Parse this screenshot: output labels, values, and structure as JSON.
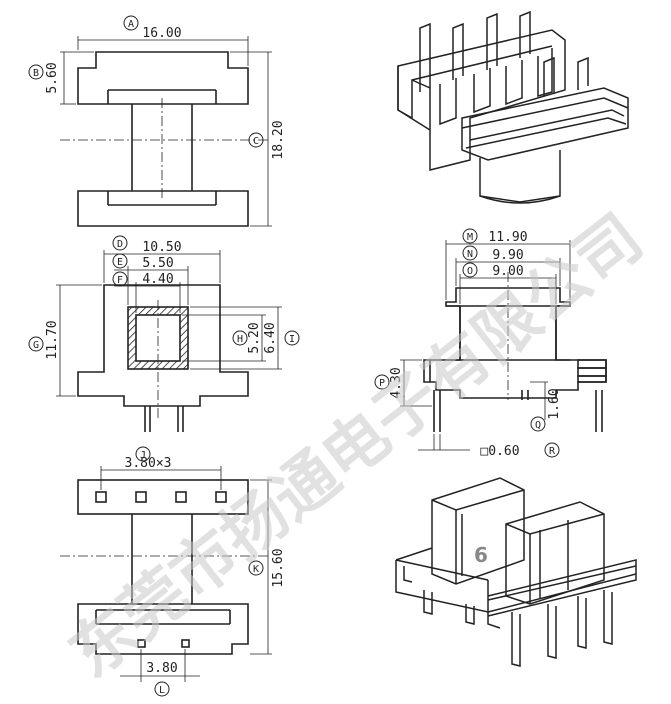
{
  "watermark": "东莞市扬通电子有限公司",
  "figure_number": "6",
  "top_view": {
    "A": {
      "letter": "A",
      "value": "16.00"
    },
    "B": {
      "letter": "B",
      "value": "5.60"
    },
    "C": {
      "letter": "C",
      "value": "18.20"
    }
  },
  "front_view": {
    "D": {
      "letter": "D",
      "value": "10.50"
    },
    "E": {
      "letter": "E",
      "value": "5.50"
    },
    "F": {
      "letter": "F",
      "value": "4.40"
    },
    "G": {
      "letter": "G",
      "value": "11.70"
    },
    "H": {
      "letter": "H",
      "value": "5.20"
    },
    "I": {
      "letter": "I",
      "value": "6.40"
    }
  },
  "bottom_view": {
    "J": {
      "letter": "J",
      "value": "3.80×3"
    },
    "K": {
      "letter": "K",
      "value": "15.60"
    },
    "L": {
      "letter": "L",
      "value": "3.80"
    }
  },
  "side_view": {
    "M": {
      "letter": "M",
      "value": "11.90"
    },
    "N": {
      "letter": "N",
      "value": "9.90"
    },
    "O": {
      "letter": "O",
      "value": "9.00"
    },
    "P": {
      "letter": "P",
      "value": "4.30"
    },
    "Q": {
      "letter": "Q",
      "value": "1.60"
    },
    "R": {
      "letter": "R",
      "value": "□0.60"
    }
  }
}
